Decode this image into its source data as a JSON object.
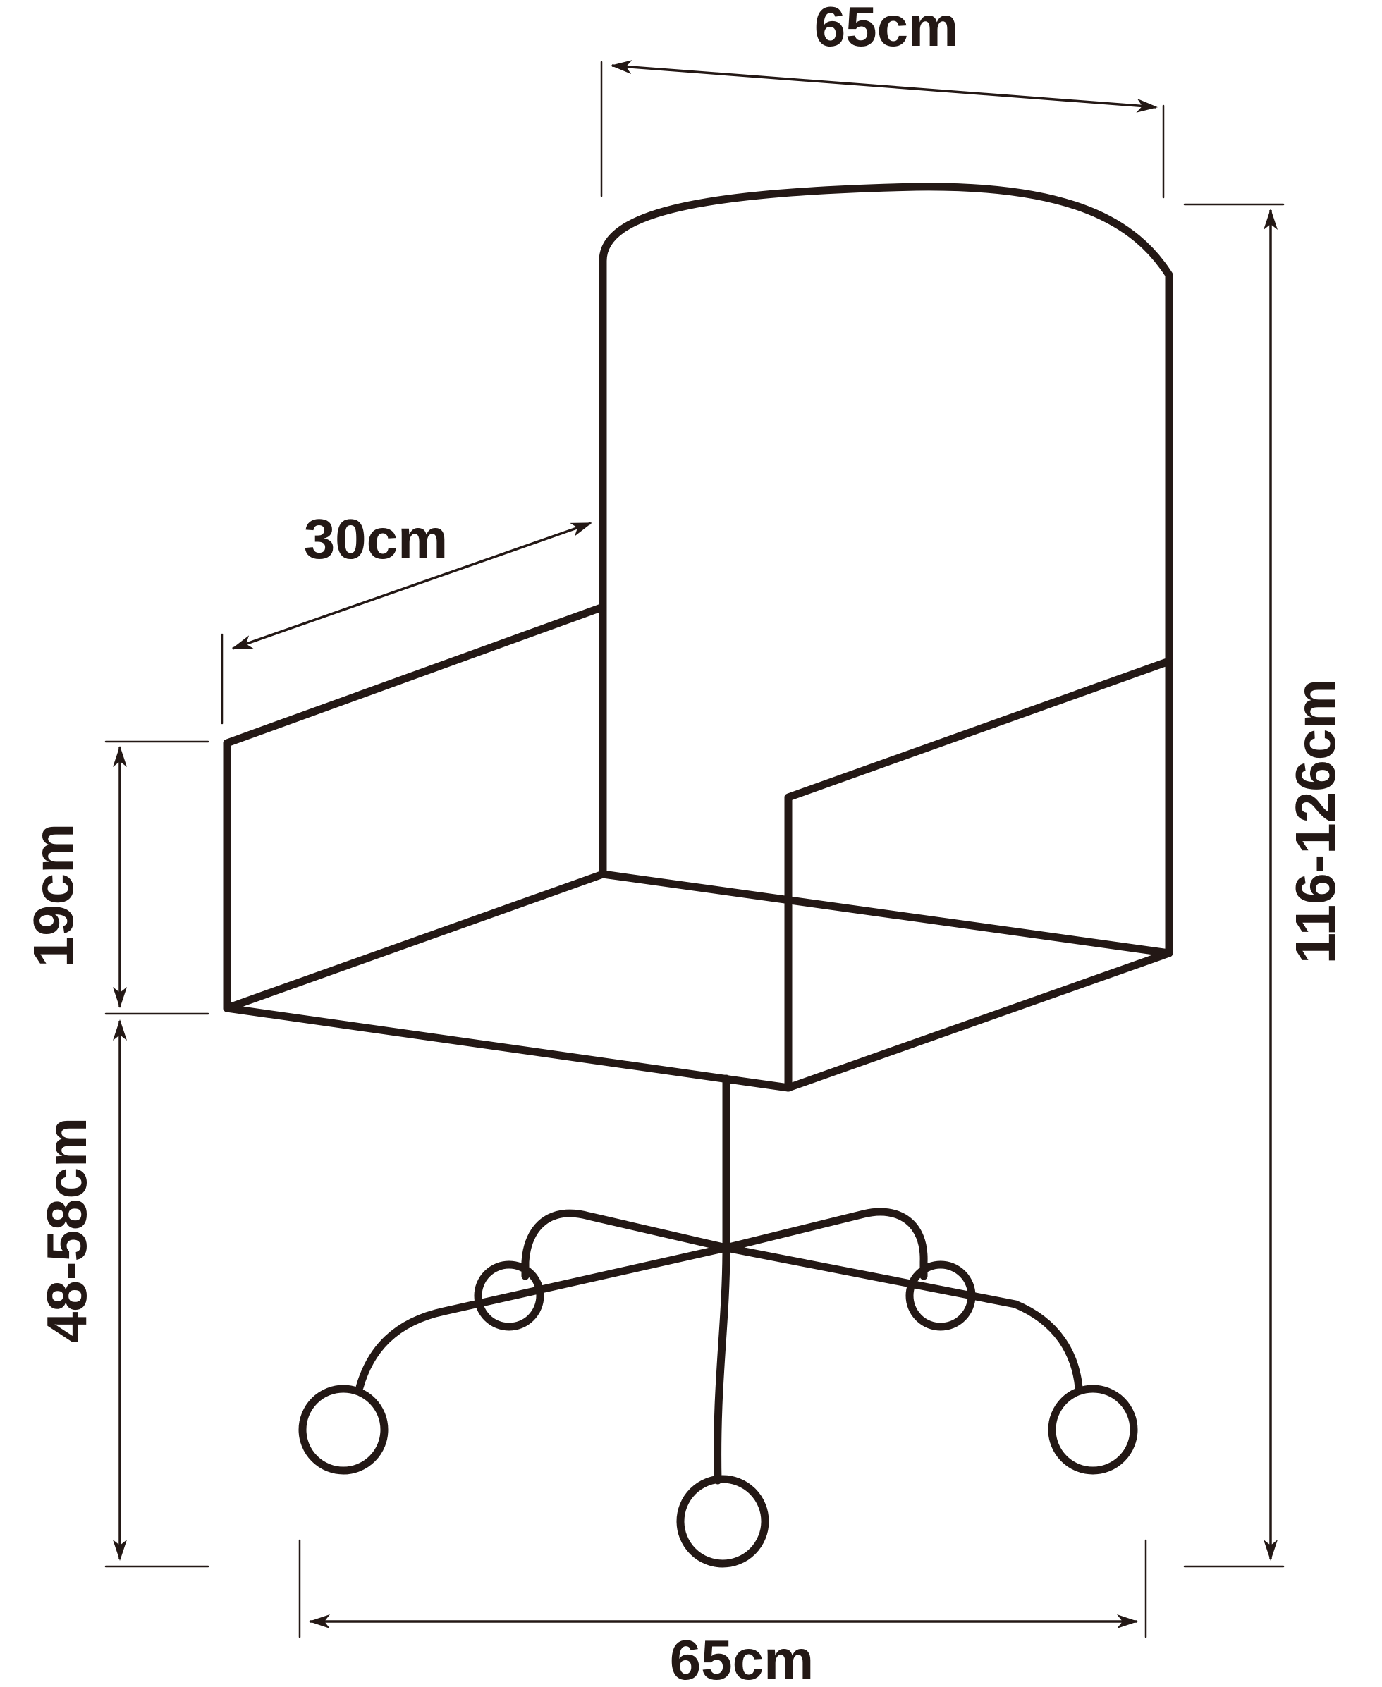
{
  "labels": {
    "top_width": "65cm",
    "arm_depth": "30cm",
    "arm_height": "19cm",
    "seat_height": "48-58cm",
    "total_height": "116-126cm",
    "base_width": "65cm"
  },
  "colors": {
    "ink": "#231815",
    "background": "#ffffff"
  }
}
